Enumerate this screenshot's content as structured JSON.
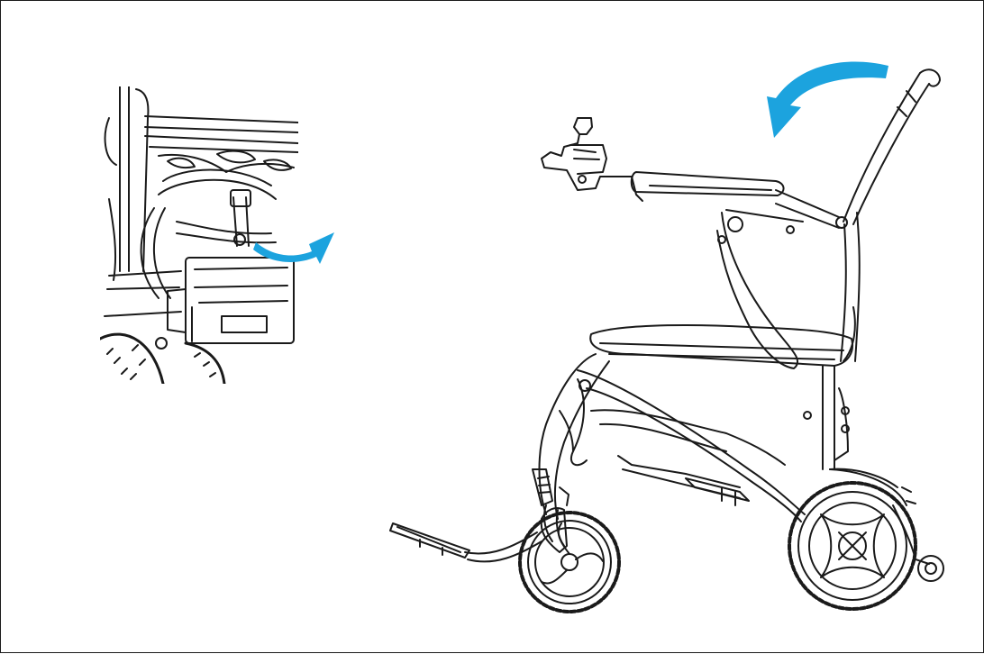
{
  "figure": {
    "border_color": "#1a1a1a",
    "line_color": "#1a1a1a",
    "arrow_color": "#1ca3de",
    "illustrations": [
      {
        "name": "detail-battery-latch",
        "icon": "battery-latch-detail"
      },
      {
        "name": "wheelchair-side-view",
        "icon": "folding-power-wheelchair"
      }
    ],
    "arrows": [
      {
        "name": "latch-release-arrow",
        "direction": "clockwise-out"
      },
      {
        "name": "backrest-fold-arrow",
        "direction": "counter-clockwise-down"
      }
    ]
  }
}
